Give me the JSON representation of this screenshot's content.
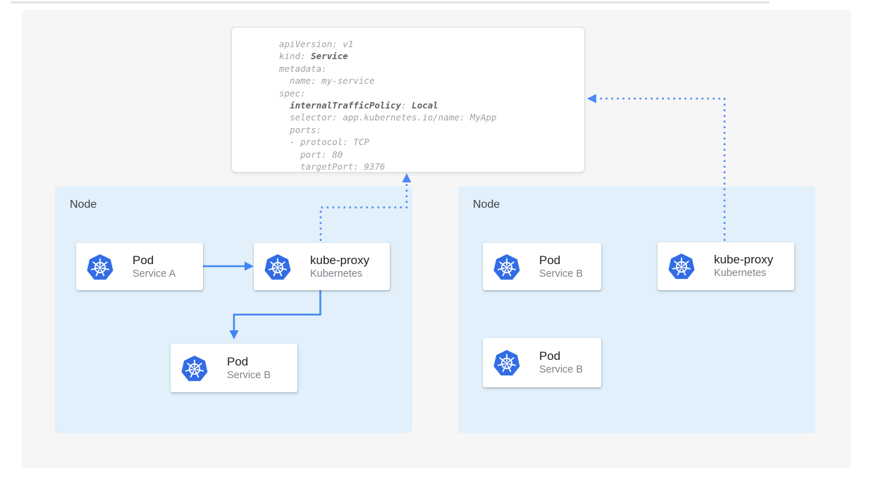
{
  "yaml_card": {
    "lines": [
      {
        "segs": [
          {
            "t": "apiVersion: v1"
          }
        ]
      },
      {
        "segs": [
          {
            "t": "kind: "
          },
          {
            "t": "Service",
            "b": true
          }
        ]
      },
      {
        "segs": [
          {
            "t": "metadata:"
          }
        ]
      },
      {
        "segs": [
          {
            "t": "  name: my-service"
          }
        ]
      },
      {
        "segs": [
          {
            "t": "spec:"
          }
        ]
      },
      {
        "segs": [
          {
            "t": "  "
          },
          {
            "t": "internalTrafficPolicy",
            "b": true
          },
          {
            "t": ": "
          },
          {
            "t": "Local",
            "b": true
          }
        ]
      },
      {
        "segs": [
          {
            "t": "  selector: app.kubernetes.io/name: MyApp"
          }
        ]
      },
      {
        "segs": [
          {
            "t": "  ports:"
          }
        ]
      },
      {
        "segs": [
          {
            "t": "  - protocol: TCP"
          }
        ]
      },
      {
        "segs": [
          {
            "t": "    port: 80"
          }
        ]
      },
      {
        "segs": [
          {
            "t": "    targetPort: 9376"
          }
        ]
      }
    ]
  },
  "nodes": [
    {
      "label": "Node",
      "cards": [
        {
          "title": "Pod",
          "subtitle": "Service A",
          "icon": "kubernetes-icon"
        },
        {
          "title": "kube-proxy",
          "subtitle": "Kubernetes",
          "icon": "kubernetes-icon"
        },
        {
          "title": "Pod",
          "subtitle": "Service B",
          "icon": "kubernetes-icon"
        }
      ]
    },
    {
      "label": "Node",
      "cards": [
        {
          "title": "Pod",
          "subtitle": "Service B",
          "icon": "kubernetes-icon"
        },
        {
          "title": "kube-proxy",
          "subtitle": "Kubernetes",
          "icon": "kubernetes-icon"
        },
        {
          "title": "Pod",
          "subtitle": "Service B",
          "icon": "kubernetes-icon"
        }
      ]
    }
  ],
  "colors": {
    "arrow_blue": "#4285f4",
    "dotted_arrow_blue": "#4e88f3",
    "kubernetes_blue": "#326ce5",
    "node_fill": "#e1f0fb",
    "panel_fill": "#f6f6f7",
    "yaml_text": "#a3a3a3",
    "yaml_bold_text": "#5f6368",
    "card_title_text": "#202124",
    "card_subtitle_text": "#7d848a"
  }
}
